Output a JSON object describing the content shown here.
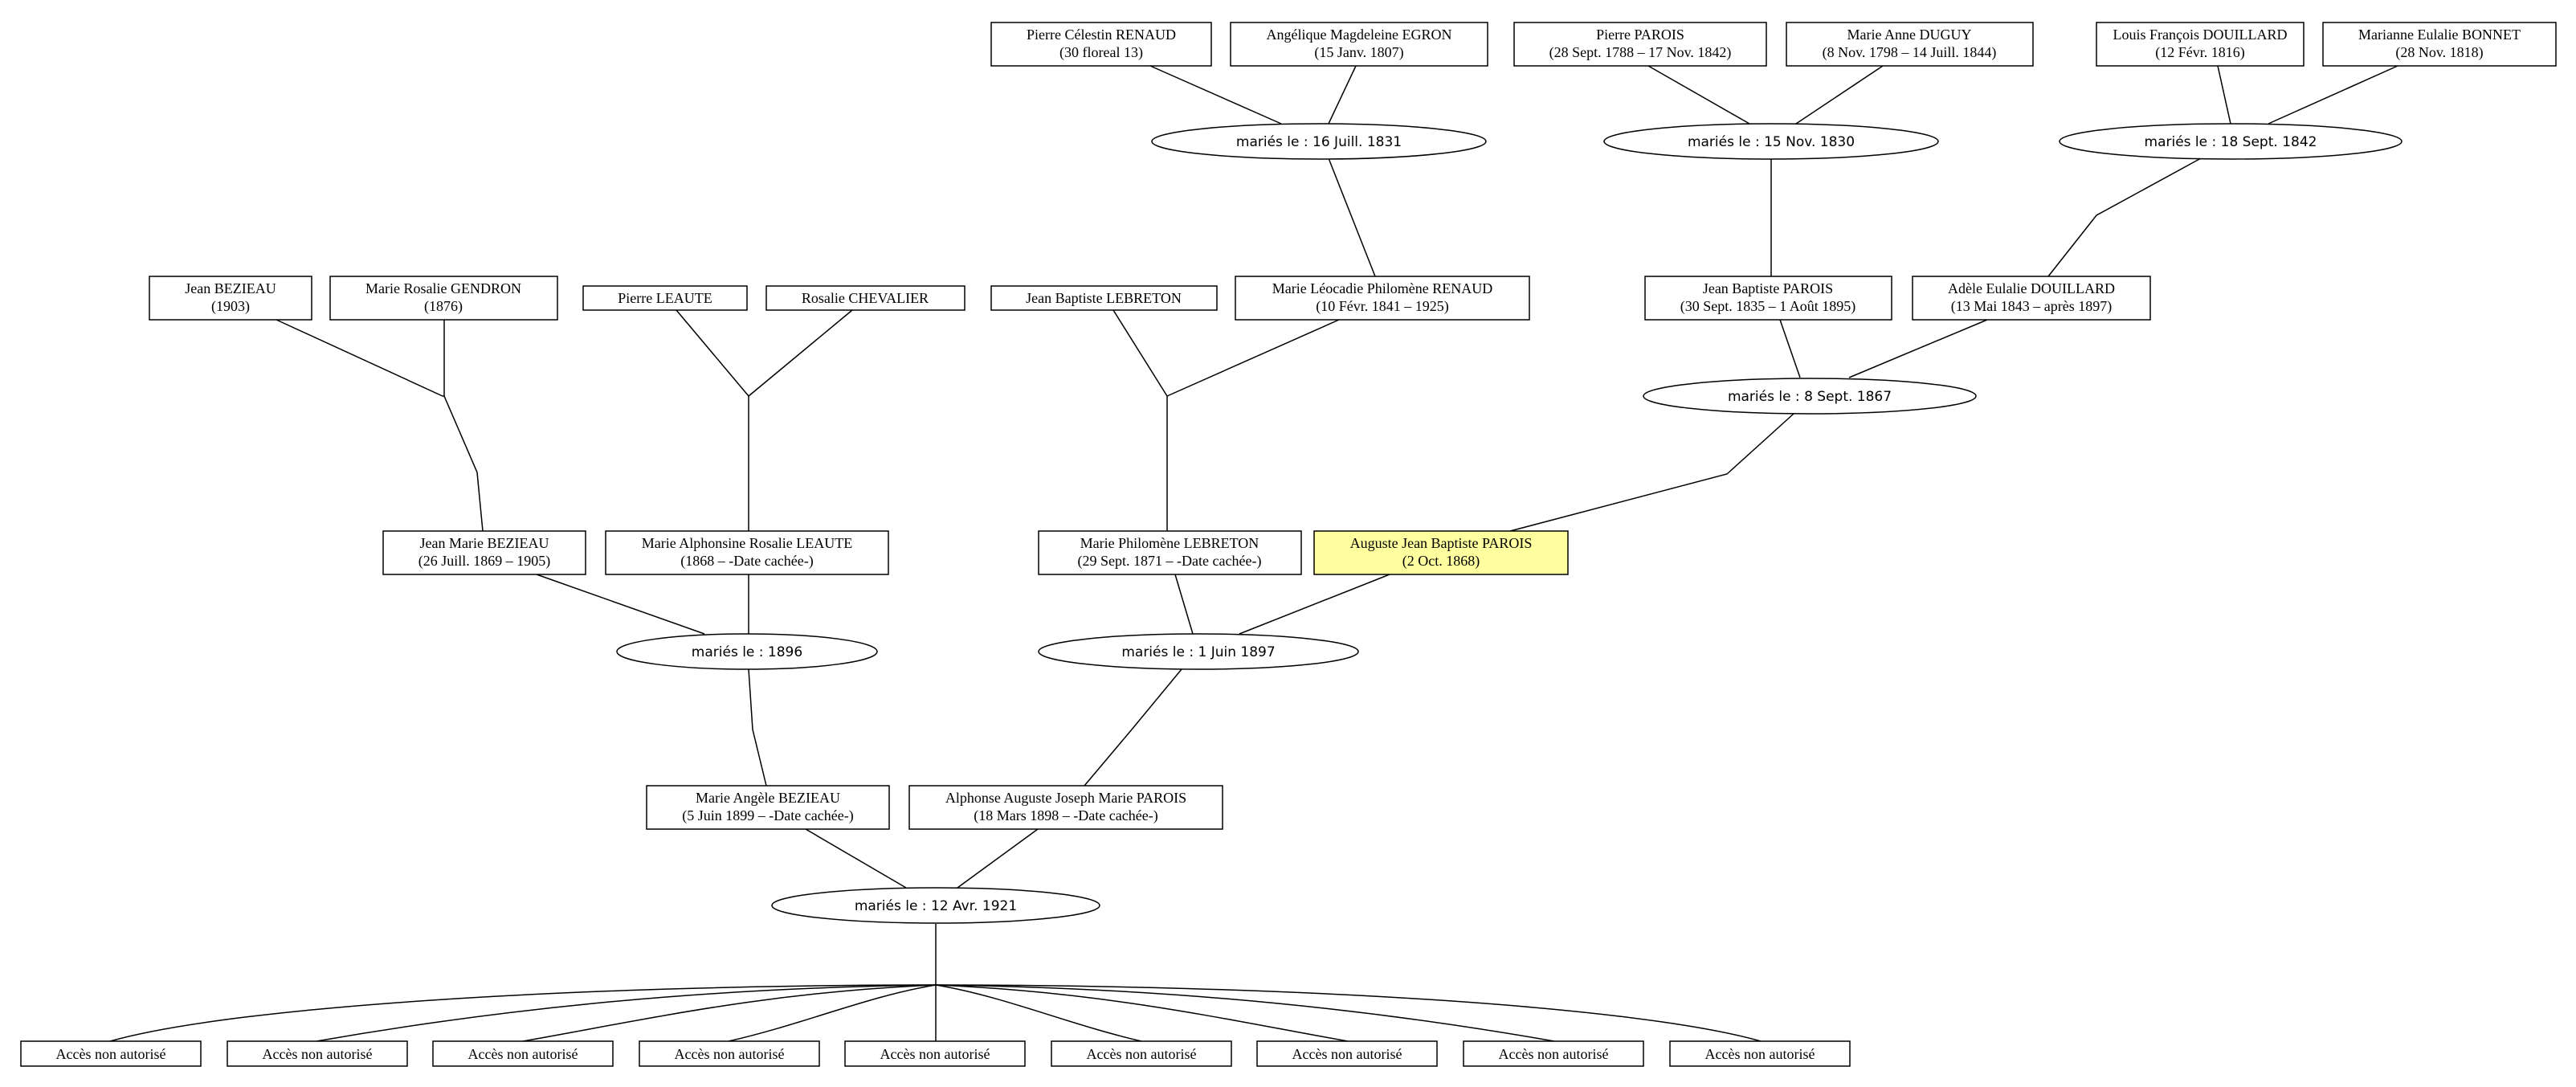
{
  "colors": {
    "highlight": "#ffffa0",
    "stroke": "#000000",
    "background": "#ffffff"
  },
  "people": {
    "p_renaud": {
      "name": "Pierre Célestin RENAUD",
      "dates": "(30 floreal 13)"
    },
    "a_egron": {
      "name": "Angélique Magdeleine EGRON",
      "dates": "(15 Janv. 1807)"
    },
    "p_parois": {
      "name": "Pierre PAROIS",
      "dates": "(28 Sept. 1788 – 17 Nov. 1842)"
    },
    "m_duguy": {
      "name": "Marie Anne DUGUY",
      "dates": "(8 Nov. 1798 – 14 Juill. 1844)"
    },
    "l_douillard": {
      "name": "Louis François DOUILLARD",
      "dates": "(12 Févr. 1816)"
    },
    "m_bonnet": {
      "name": "Marianne Eulalie BONNET",
      "dates": "(28 Nov. 1818)"
    },
    "j_bezieau": {
      "name": "Jean BEZIEAU",
      "dates": "(1903)"
    },
    "m_gendron": {
      "name": "Marie Rosalie GENDRON",
      "dates": "(1876)"
    },
    "p_leaute": {
      "name": "Pierre LEAUTE",
      "dates": ""
    },
    "r_chevalier": {
      "name": "Rosalie CHEVALIER",
      "dates": ""
    },
    "jb_lebreton": {
      "name": "Jean Baptiste LEBRETON",
      "dates": ""
    },
    "ml_renaud": {
      "name": "Marie Léocadie Philomène RENAUD",
      "dates": "(10 Févr. 1841 – 1925)"
    },
    "jb_parois": {
      "name": "Jean Baptiste PAROIS",
      "dates": "(30 Sept. 1835 – 1 Août 1895)"
    },
    "a_douillard": {
      "name": "Adèle Eulalie DOUILLARD",
      "dates": "(13 Mai 1843 – après 1897)"
    },
    "jm_bezieau": {
      "name": "Jean Marie BEZIEAU",
      "dates": "(26 Juill. 1869 – 1905)"
    },
    "ma_leaute": {
      "name": "Marie Alphonsine Rosalie LEAUTE",
      "dates": "(1868 – -Date cachée-)"
    },
    "mp_lebreton": {
      "name": "Marie Philomène LEBRETON",
      "dates": "(29 Sept. 1871 – -Date cachée-)"
    },
    "ajb_parois": {
      "name": "Auguste Jean Baptiste PAROIS",
      "dates": "(2 Oct. 1868)"
    },
    "mang_bezieau": {
      "name": "Marie Angèle BEZIEAU",
      "dates": "(5 Juin 1899 – -Date cachée-)"
    },
    "ajm_parois": {
      "name": "Alphonse Auguste Joseph Marie PAROIS",
      "dates": "(18 Mars 1898 – -Date cachée-)"
    },
    "c1": {
      "name": "Accès non autorisé",
      "dates": ""
    },
    "c2": {
      "name": "Accès non autorisé",
      "dates": ""
    },
    "c3": {
      "name": "Accès non autorisé",
      "dates": ""
    },
    "c4": {
      "name": "Accès non autorisé",
      "dates": ""
    },
    "c5": {
      "name": "Accès non autorisé",
      "dates": ""
    },
    "c6": {
      "name": "Accès non autorisé",
      "dates": ""
    },
    "c7": {
      "name": "Accès non autorisé",
      "dates": ""
    },
    "c8": {
      "name": "Accès non autorisé",
      "dates": ""
    },
    "c9": {
      "name": "Accès non autorisé",
      "dates": ""
    }
  },
  "marriages": {
    "m1831": {
      "label": "mariés le : 16 Juill. 1831"
    },
    "m1830": {
      "label": "mariés le : 15 Nov. 1830"
    },
    "m1842": {
      "label": "mariés le : 18 Sept. 1842"
    },
    "m1867": {
      "label": "mariés le : 8 Sept. 1867"
    },
    "m1896": {
      "label": "mariés le : 1896"
    },
    "m1897": {
      "label": "mariés le : 1 Juin 1897"
    },
    "m1921": {
      "label": "mariés le : 12 Avr. 1921"
    }
  }
}
